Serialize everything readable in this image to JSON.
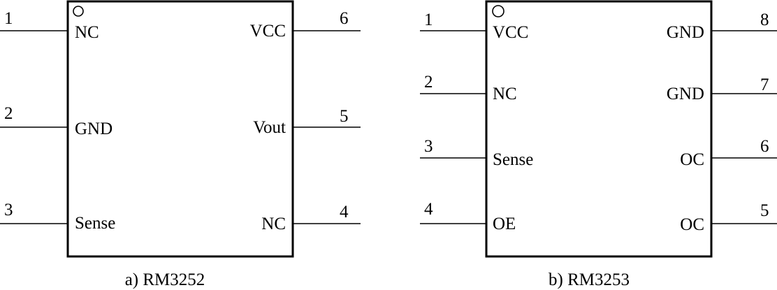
{
  "chips": [
    {
      "caption": "a) RM3252",
      "left_pins": [
        {
          "number": "1",
          "label": "NC"
        },
        {
          "number": "2",
          "label": "GND"
        },
        {
          "number": "3",
          "label": "Sense"
        }
      ],
      "right_pins": [
        {
          "number": "6",
          "label": "VCC"
        },
        {
          "number": "5",
          "label": "Vout"
        },
        {
          "number": "4",
          "label": "NC"
        }
      ]
    },
    {
      "caption": "b) RM3253",
      "left_pins": [
        {
          "number": "1",
          "label": "VCC"
        },
        {
          "number": "2",
          "label": "NC"
        },
        {
          "number": "3",
          "label": "Sense"
        },
        {
          "number": "4",
          "label": "OE"
        }
      ],
      "right_pins": [
        {
          "number": "8",
          "label": "GND"
        },
        {
          "number": "7",
          "label": "GND"
        },
        {
          "number": "6",
          "label": "OC"
        },
        {
          "number": "5",
          "label": "OC"
        }
      ]
    }
  ]
}
